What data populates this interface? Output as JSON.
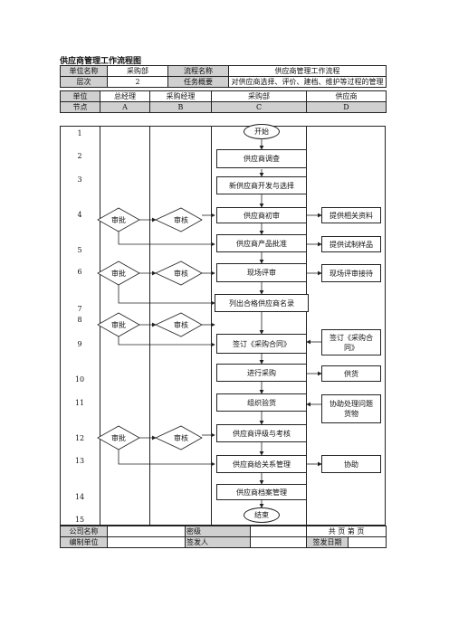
{
  "title": "供应商管理工作流程图",
  "header": {
    "dept_label": "单位名称",
    "dept_value": "采购部",
    "flow_label": "流程名称",
    "flow_value": "供应商管理工作流程",
    "level_label": "层次",
    "level_value": "2",
    "task_label": "任务概要",
    "task_value": "对供应商选择、评价、建档、维护等过程的管理",
    "unit_label": "单位",
    "node_label": "节点",
    "columns": [
      {
        "role": "总经理",
        "letter": "A"
      },
      {
        "role": "采购经理",
        "letter": "B"
      },
      {
        "role": "采购部",
        "letter": "C"
      },
      {
        "role": "供应商",
        "letter": "D"
      }
    ]
  },
  "nodes": [
    "1",
    "2",
    "3",
    "4",
    "5",
    "6",
    "7",
    "8",
    "9",
    "10",
    "11",
    "12",
    "13",
    "14",
    "15"
  ],
  "flow": {
    "start": "开始",
    "end": "结束",
    "c_steps": [
      "供应商调查",
      "新供应商开发与选择",
      "供应商初审",
      "供应商产品批准",
      "现场评审",
      "列出合格供应商名录",
      "签订《采购合同》",
      "进行采购",
      "组织验货",
      "供应商评级与考核",
      "供应商给关系管理",
      "供应商档案管理"
    ],
    "d_steps": [
      "提供相关资料",
      "提供试制样品",
      "现场评审接待",
      "签订《采购合同》",
      "供货",
      "协助处理问题货物",
      "协助"
    ],
    "approve": "审批",
    "review": "审核"
  },
  "footer": {
    "company_label": "公司名称",
    "company_value": "",
    "level_label": "密级",
    "level_value": "",
    "pages_label": "共  页 第  页",
    "unit_label": "编制单位",
    "unit_value": "",
    "issuer_label": "签发人",
    "issuer_value": "",
    "date_label": "签发日期",
    "date_value": ""
  }
}
